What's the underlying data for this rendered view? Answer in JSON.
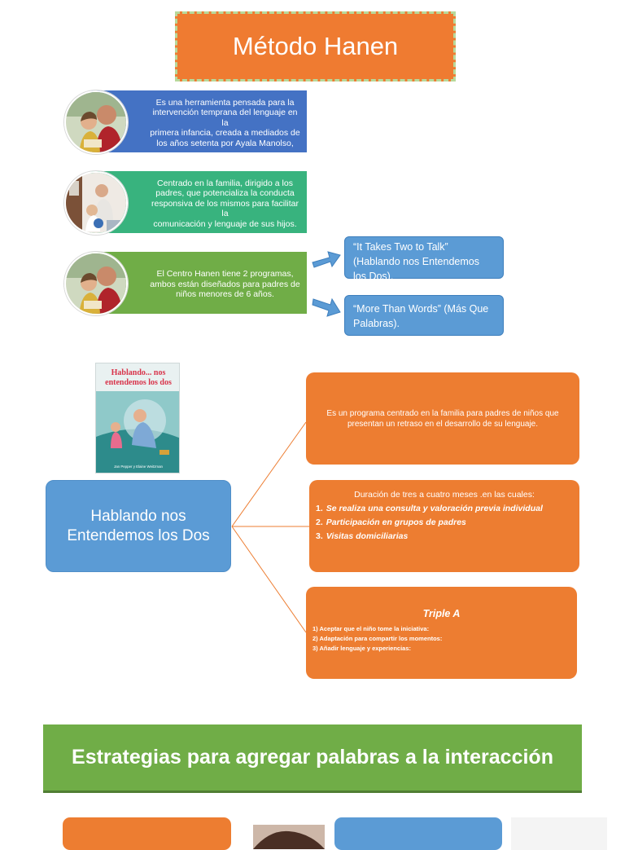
{
  "title": "Método Hanen",
  "intro": [
    {
      "lines": [
        "Es  una herramienta pensada para la",
        "intervención temprana del lenguaje en la",
        "primera infancia, creada a mediados de",
        "los años setenta por Ayala Manolso,"
      ]
    },
    {
      "lines": [
        "Centrado en la familia, dirigido a los",
        "padres, que potencializa la conducta",
        "responsiva de los mismos para facilitar la",
        "comunicación y lenguaje de sus hijos."
      ]
    },
    {
      "lines": [
        "El Centro Hanen tiene 2 programas,",
        "ambos están diseñados para padres de",
        "niños menores de 6 años."
      ]
    }
  ],
  "programs": [
    {
      "lines": [
        "“It Takes Two to Talk”",
        "(Hablando nos Entendemos",
        "los Dos),"
      ]
    },
    {
      "lines": [
        "“More Than Words” (Más Que",
        "Palabras)."
      ]
    }
  ],
  "book": {
    "title_line1": "Hablando... nos",
    "title_line2": "entendemos los dos",
    "authors": "Jan Pepper y Elaine Weitzman"
  },
  "center_node": "Hablando nos Entendemos los Dos",
  "description": "Es un programa centrado en la familia para padres de niños que presentan un retraso en el desarrollo de su lenguaje.",
  "duration": {
    "heading": "Duración de tres a cuatro meses .en las cuales:",
    "items": [
      {
        "num": "1.",
        "text": "Se realiza una consulta y valoración previa individual"
      },
      {
        "num": "2.",
        "text": "Participación en grupos de padres"
      },
      {
        "num": "3.",
        "text": "Visitas domiciliarias"
      }
    ]
  },
  "triple_a": {
    "heading": "Triple  A",
    "items": [
      "1) Aceptar que el niño tome la iniciativa:",
      "2) Adaptación para compartir los momentos:",
      "3) Añadir lenguaje y experiencias:"
    ]
  },
  "strategies_title": "Estrategias para agregar palabras a la interacción",
  "colors": {
    "orange": "#ed7d31",
    "blue": "#5b9bd5",
    "dark_blue": "#4472c4",
    "teal": "#38b37e",
    "green": "#70ad47"
  }
}
